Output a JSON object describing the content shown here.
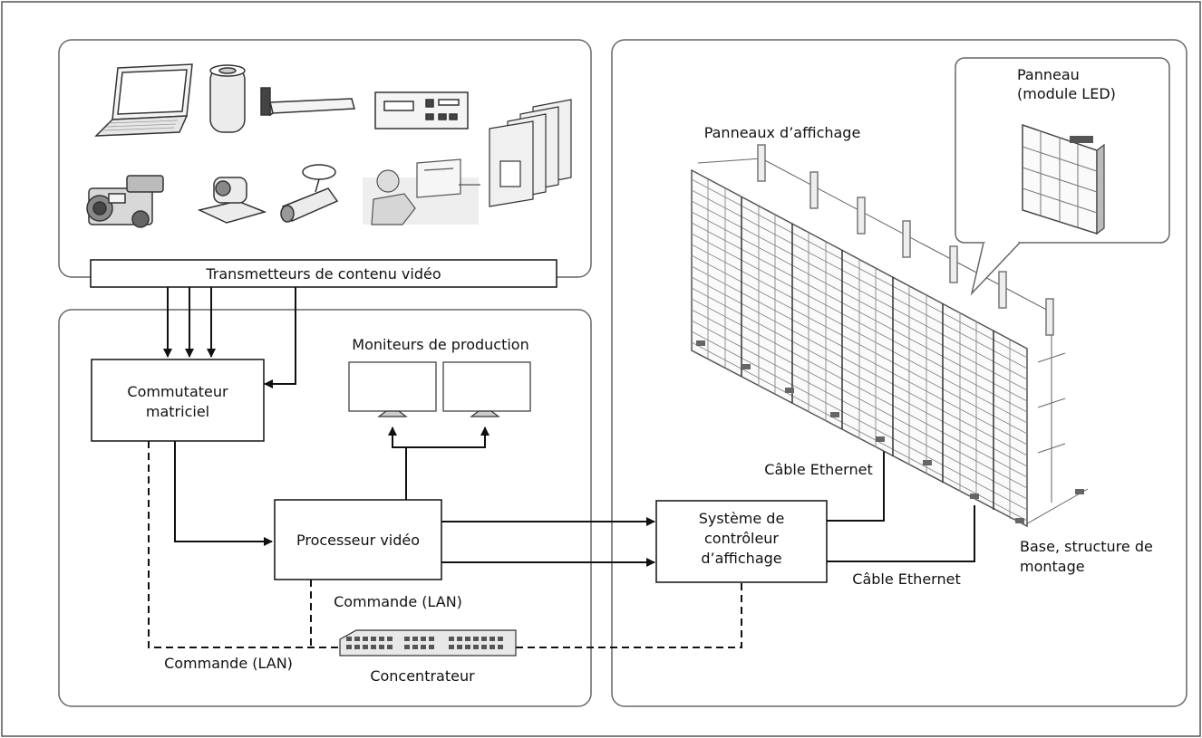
{
  "labels": {
    "sources_bar": "Transmetteurs de contenu vidéo",
    "matrix_switch_line1": "Commutateur",
    "matrix_switch_line2": "matriciel",
    "production_monitors": "Moniteurs de production",
    "video_processor": "Processeur vidéo",
    "command_lan_top": "Commande (LAN)",
    "command_lan_bottom": "Commande (LAN)",
    "hub": "Concentrateur",
    "controller_line1": "Système de",
    "controller_line2": "contrôleur",
    "controller_line3": "d’affichage",
    "ethernet_cable_upper": "Câble Ethernet",
    "ethernet_cable_lower": "Câble Ethernet",
    "display_panels": "Panneaux d’affichage",
    "panel_callout_line1": "Panneau",
    "panel_callout_line2": "(module LED)",
    "base_line1": "Base, structure de",
    "base_line2": "montage"
  },
  "icons": [
    "laptop-icon",
    "media-server-icon",
    "streaming-box-icon",
    "recorder-deck-icon",
    "rack-servers-icon",
    "camcorder-icon",
    "ptz-camera-icon",
    "box-camera-icon",
    "operator-workstation-icon",
    "network-hub-icon",
    "led-wall-icon",
    "led-module-icon"
  ],
  "colors": {
    "line": "#111111",
    "frame": "#555555",
    "bg": "#ffffff"
  }
}
